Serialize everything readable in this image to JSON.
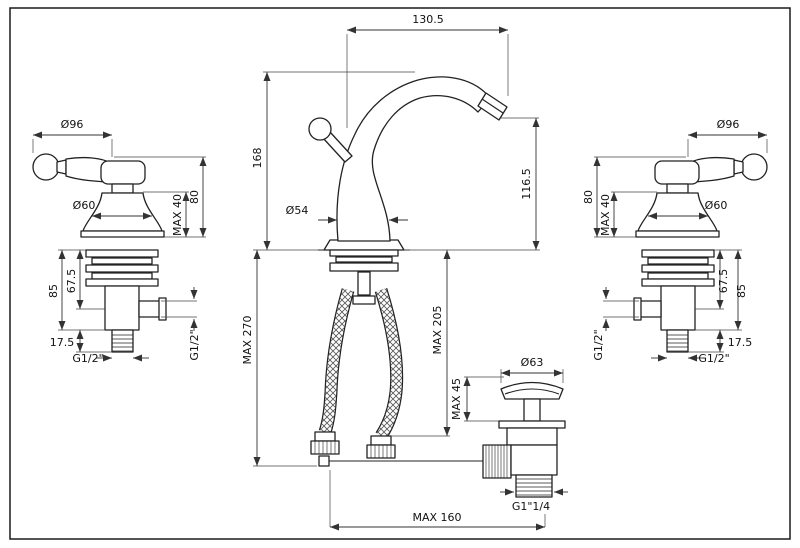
{
  "drawing": {
    "type": "technical-drawing",
    "subject": "3-hole basin mixer faucet with side valves and pop-up waste"
  },
  "labels": {
    "left_valve": {
      "handle_diameter": "Ø96",
      "base_diameter": "Ø60",
      "max_deck": "MAX 40",
      "height_above_deck": "80",
      "depth_85": "85",
      "depth_67_5": "67.5",
      "tail_17_5": "17.5",
      "bottom_thread": "G1/2\"",
      "side_thread": "G1/2\""
    },
    "spout": {
      "reach": "130.5",
      "height": "168",
      "base_diameter": "Ø54",
      "outlet_height": "116.5",
      "max_270": "MAX 270",
      "max_205": "MAX 205",
      "max_45": "MAX 45"
    },
    "drain": {
      "top_diameter": "Ø63",
      "thread": "G1\"1/4",
      "max_offset": "MAX 160"
    },
    "right_valve": {
      "handle_diameter": "Ø96",
      "base_diameter": "Ø60",
      "max_deck": "MAX 40",
      "height_above_deck": "80",
      "depth_85": "85",
      "depth_67_5": "67.5",
      "tail_17_5": "17.5",
      "bottom_thread": "G1/2\"",
      "side_thread": "G1/2\""
    }
  }
}
